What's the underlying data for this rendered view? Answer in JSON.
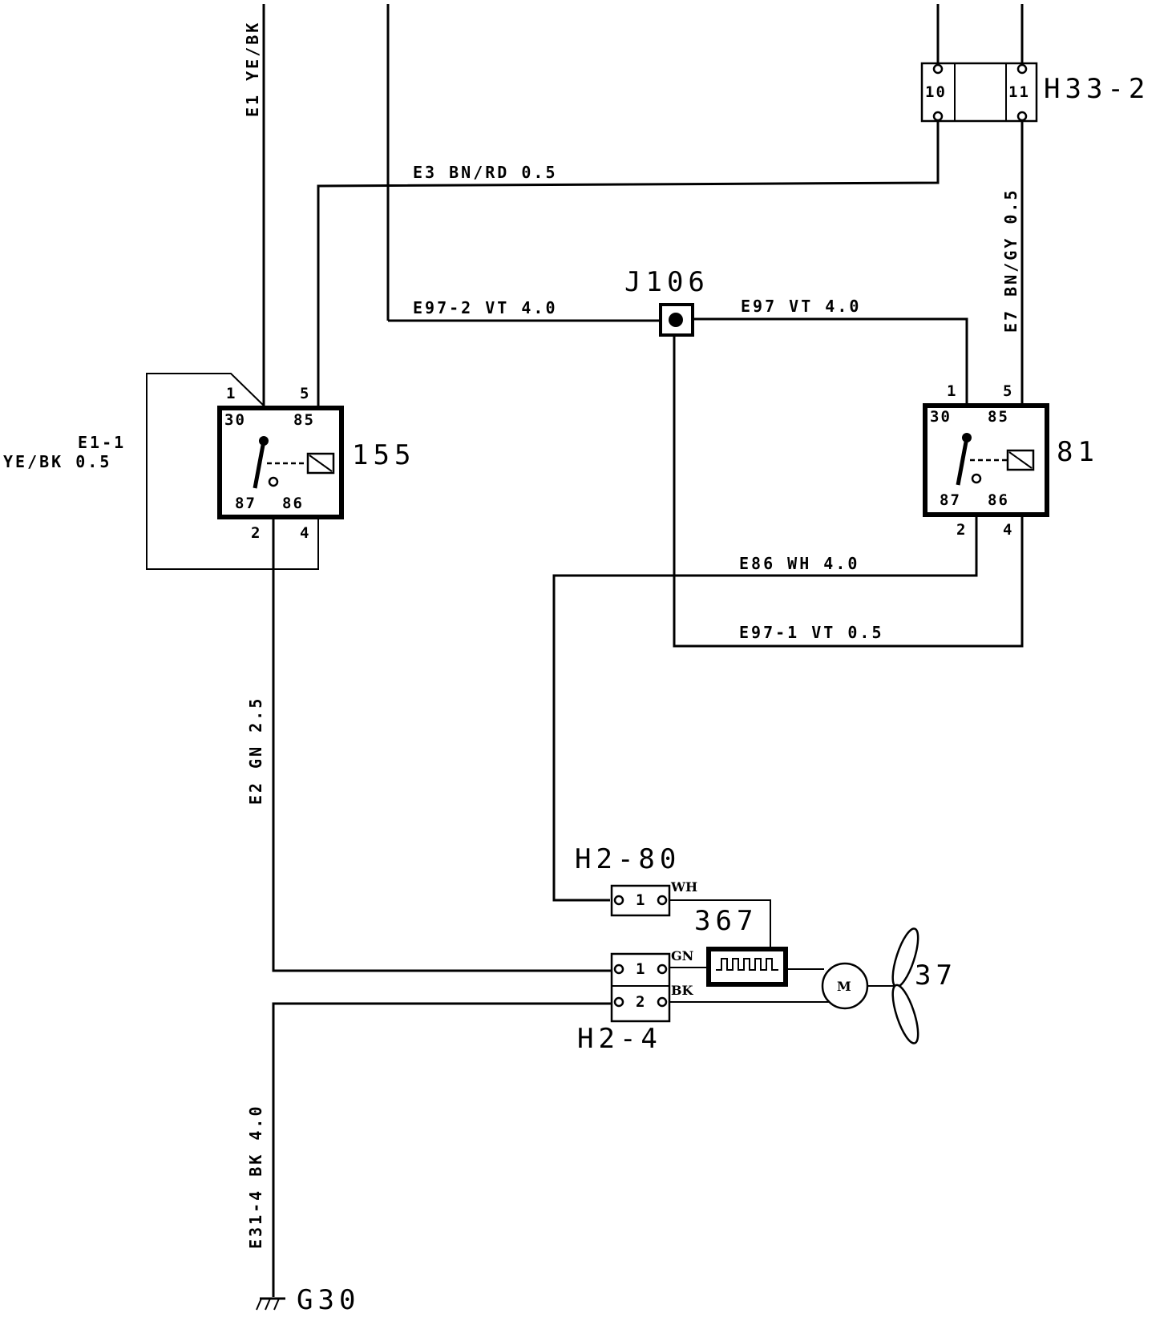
{
  "wires": {
    "e1": "E1 YE/BK",
    "e1_1_a": "E1-1",
    "e1_1_b": "YE/BK 0.5",
    "e3": "E3 BN/RD 0.5",
    "e97_2": "E97-2 VT 4.0",
    "e97": "E97 VT 4.0",
    "e7": "E7 BN/GY 0.5",
    "e86": "E86 WH 4.0",
    "e97_1": "E97-1 VT 0.5",
    "e2": "E2 GN 2.5",
    "e31_4": "E31-4 BK 4.0",
    "wh": "WH",
    "gn": "GN",
    "bk": "BK"
  },
  "components": {
    "h33_2": "H33-2",
    "j106": "J106",
    "relay_155": "155",
    "relay_81": "81",
    "h2_80": "H2-80",
    "resistor_367": "367",
    "fan_37": "37",
    "h2_4": "H2-4",
    "ground_g30": "G30",
    "motor": "M"
  },
  "pins": {
    "h33_10": "10",
    "h33_11": "11",
    "r155_p1": "1",
    "r155_p5": "5",
    "r155_p2": "2",
    "r155_p4": "4",
    "r155_t30": "30",
    "r155_t85": "85",
    "r155_t87": "87",
    "r155_t86": "86",
    "r81_p1": "1",
    "r81_p5": "5",
    "r81_p2": "2",
    "r81_p4": "4",
    "r81_t30": "30",
    "r81_t85": "85",
    "r81_t87": "87",
    "r81_t86": "86",
    "h2_80_p1": "1",
    "h2_4_p1": "1",
    "h2_4_p2": "2"
  }
}
